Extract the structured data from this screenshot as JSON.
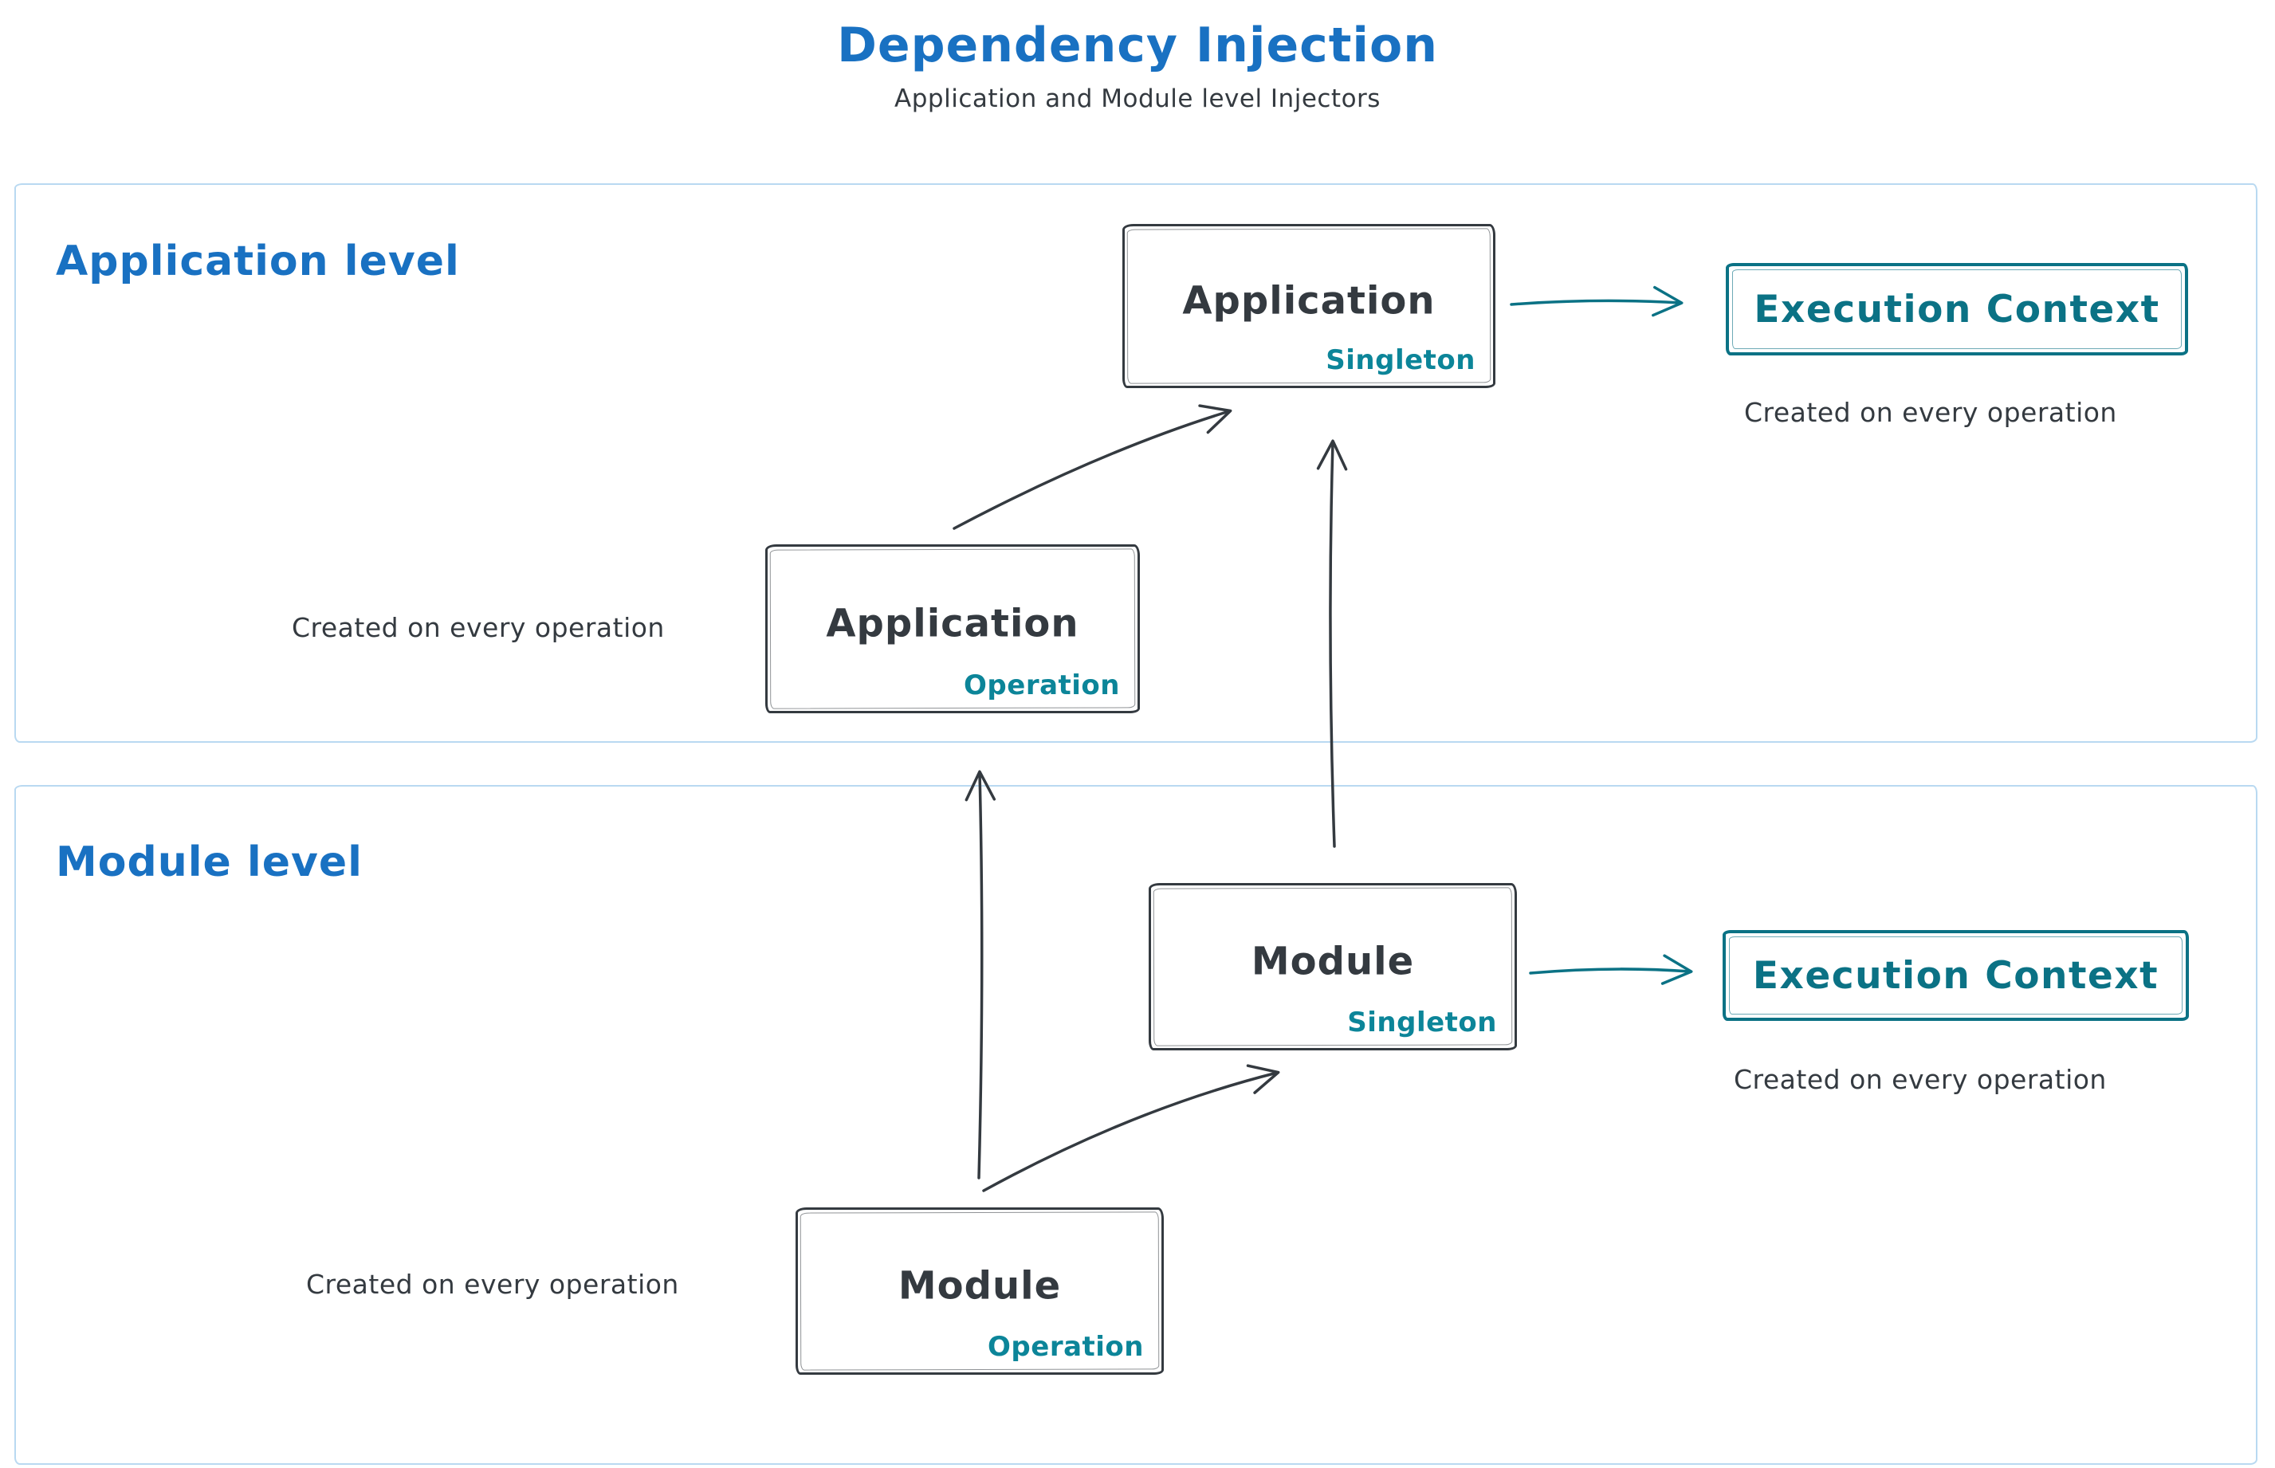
{
  "title": "Dependency Injection",
  "subtitle": "Application and Module level Injectors",
  "colors": {
    "heading_blue": "#1971c2",
    "teal": "#0b7285",
    "tag_teal": "#0c8599",
    "dark": "#343a40",
    "region_border": "#b9d9f1"
  },
  "application_level": {
    "label": "Application level",
    "singleton_box": {
      "name": "Application",
      "tag": "Singleton"
    },
    "operation_box": {
      "name": "Application",
      "tag": "Operation"
    },
    "operation_caption": "Created on every operation",
    "execution_context": {
      "label": "Execution Context",
      "caption": "Created on every operation"
    }
  },
  "module_level": {
    "label": "Module level",
    "singleton_box": {
      "name": "Module",
      "tag": "Singleton"
    },
    "operation_box": {
      "name": "Module",
      "tag": "Operation"
    },
    "operation_caption": "Created on every operation",
    "execution_context": {
      "label": "Execution Context",
      "caption": "Created on every operation"
    }
  }
}
